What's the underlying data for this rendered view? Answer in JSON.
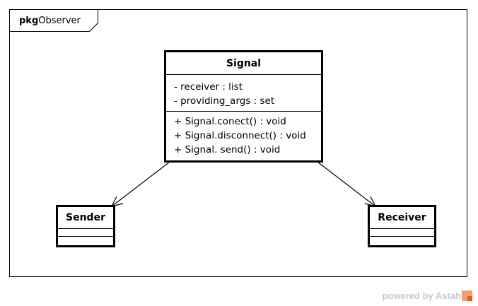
{
  "package": {
    "keyword": "pkg",
    "name": "Observer"
  },
  "classes": {
    "signal": {
      "name": "Signal",
      "attributes": [
        "- receiver : list",
        "- providing_args : set"
      ],
      "operations": [
        "+ Signal.conect() : void",
        "+ Signal.disconnect() : void",
        "+ Signal. send() : void"
      ]
    },
    "sender": {
      "name": "Sender"
    },
    "receiver": {
      "name": "Receiver"
    }
  },
  "associations": [
    {
      "from": "Signal",
      "to": "Sender",
      "type": "navigable-association"
    },
    {
      "from": "Signal",
      "to": "Receiver",
      "type": "navigable-association"
    }
  ],
  "footer": {
    "text": "powered by Astah"
  }
}
